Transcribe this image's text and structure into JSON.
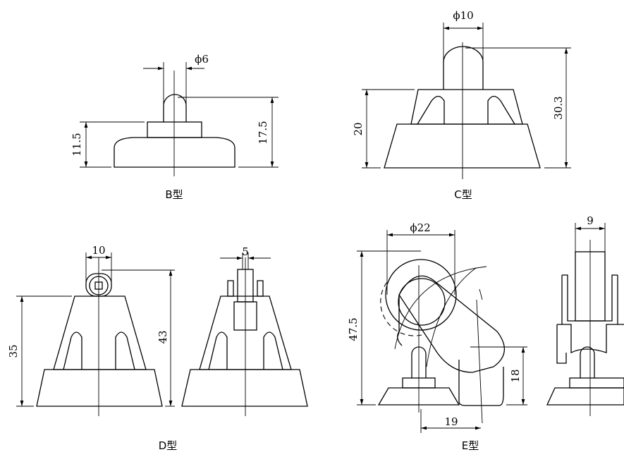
{
  "views": {
    "B": {
      "label": "B型",
      "dia": "ϕ6",
      "h1": "11.5",
      "h2": "17.5"
    },
    "C": {
      "label": "C型",
      "dia": "ϕ10",
      "h1": "20",
      "h2": "30.3"
    },
    "D": {
      "label": "D型",
      "dia": "10",
      "w": "5",
      "h1": "35",
      "h2": "43"
    },
    "E": {
      "label": "E型",
      "dia": "ϕ22",
      "w": "9",
      "h1": "47.5",
      "h2": "18",
      "x": "19"
    }
  }
}
